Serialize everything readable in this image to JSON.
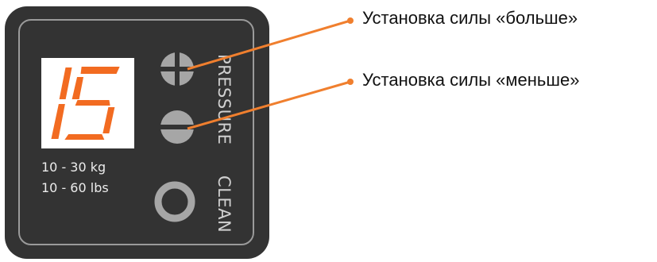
{
  "display": {
    "digits": "15",
    "digit_color": "#f26b21"
  },
  "ranges": [
    "10 - 30 kg",
    "10 - 60 lbs"
  ],
  "labels": {
    "pressure": "PRESSURE",
    "clean": "CLEAN"
  },
  "buttons": [
    {
      "icon": "plus-button-icon"
    },
    {
      "icon": "minus-button-icon"
    },
    {
      "icon": "ring-button-icon"
    }
  ],
  "callouts": [
    {
      "text": "Установка силы «больше»"
    },
    {
      "text": "Установка силы «меньше»"
    }
  ],
  "colors": {
    "panel": "#333333",
    "border": "#9a9a9a",
    "button": "#a6a6a6",
    "leader": "#f07f2e"
  }
}
